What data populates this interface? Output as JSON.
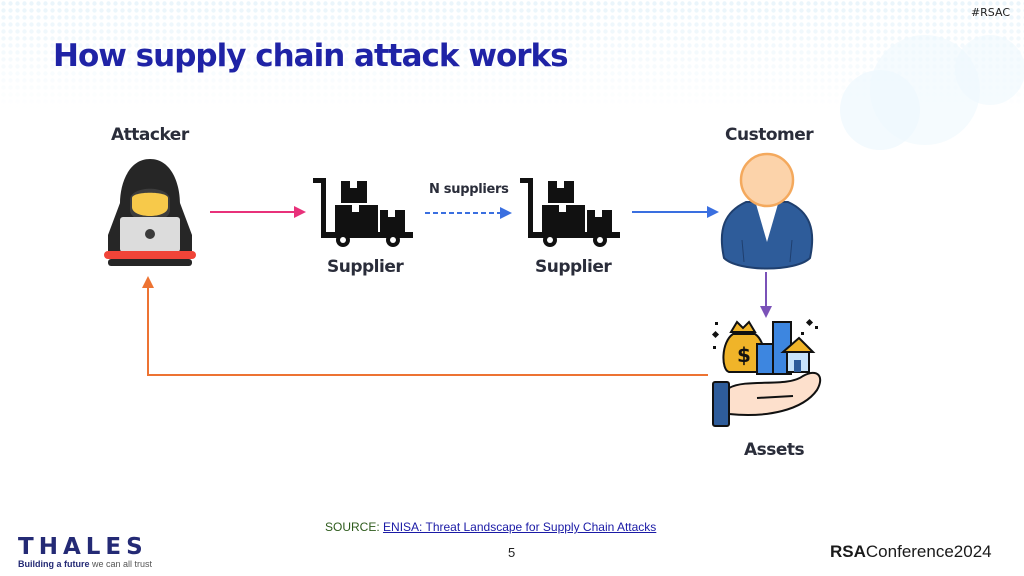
{
  "header": {
    "hashtag": "#RSAC",
    "title": "How supply chain attack works"
  },
  "diagram": {
    "nodes": {
      "attacker": {
        "label": "Attacker",
        "icon": "hooded-hacker-laptop-icon"
      },
      "supplier_1": {
        "label": "Supplier",
        "icon": "hand-truck-boxes-icon"
      },
      "supplier_2": {
        "label": "Supplier",
        "icon": "hand-truck-boxes-icon"
      },
      "customer": {
        "label": "Customer",
        "icon": "businessman-icon"
      },
      "assets": {
        "label": "Assets",
        "icon": "hand-holding-money-buildings-icon"
      }
    },
    "edges": [
      {
        "from": "attacker",
        "to": "supplier_1",
        "style": "solid",
        "color": "#e8317a",
        "label": ""
      },
      {
        "from": "supplier_1",
        "to": "supplier_2",
        "style": "dashed",
        "color": "#3a6fe0",
        "label": "N suppliers"
      },
      {
        "from": "supplier_2",
        "to": "customer",
        "style": "solid",
        "color": "#3a6fe0",
        "label": ""
      },
      {
        "from": "customer",
        "to": "assets",
        "style": "solid",
        "color": "#7b52b8",
        "label": ""
      },
      {
        "from": "assets",
        "to": "attacker",
        "style": "solid",
        "color": "#ed7332",
        "label": ""
      }
    ]
  },
  "footer": {
    "source_prefix": "SOURCE:",
    "source_link": "ENISA: Threat Landscape for Supply Chain Attacks",
    "page_number": "5",
    "brand_left_name": "THALES",
    "brand_left_tagline_bold": "Building a future",
    "brand_left_tagline_rest": "we can all trust",
    "brand_right_bold": "RSA",
    "brand_right_rest": "Conference",
    "brand_right_year": "2024"
  },
  "colors": {
    "title": "#1f23a6",
    "label": "#2a2d3a",
    "attack_arrow": "#e8317a",
    "supply_arrow": "#3a6fe0",
    "asset_arrow": "#7b52b8",
    "return_arrow": "#ed7332"
  }
}
